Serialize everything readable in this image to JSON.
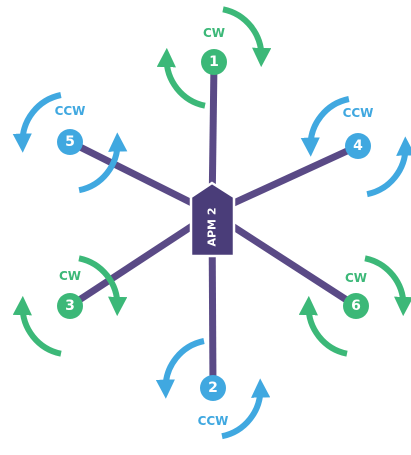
{
  "colors": {
    "cw": "#3cb878",
    "ccw": "#40a8e0",
    "arm": "#5a4a86",
    "controller": "#4a3d79"
  },
  "controller": {
    "label": "APM 2"
  },
  "motors": [
    {
      "number": "1",
      "direction": "CW"
    },
    {
      "number": "2",
      "direction": "CCW"
    },
    {
      "number": "3",
      "direction": "CW"
    },
    {
      "number": "4",
      "direction": "CCW"
    },
    {
      "number": "5",
      "direction": "CCW"
    },
    {
      "number": "6",
      "direction": "CW"
    }
  ]
}
